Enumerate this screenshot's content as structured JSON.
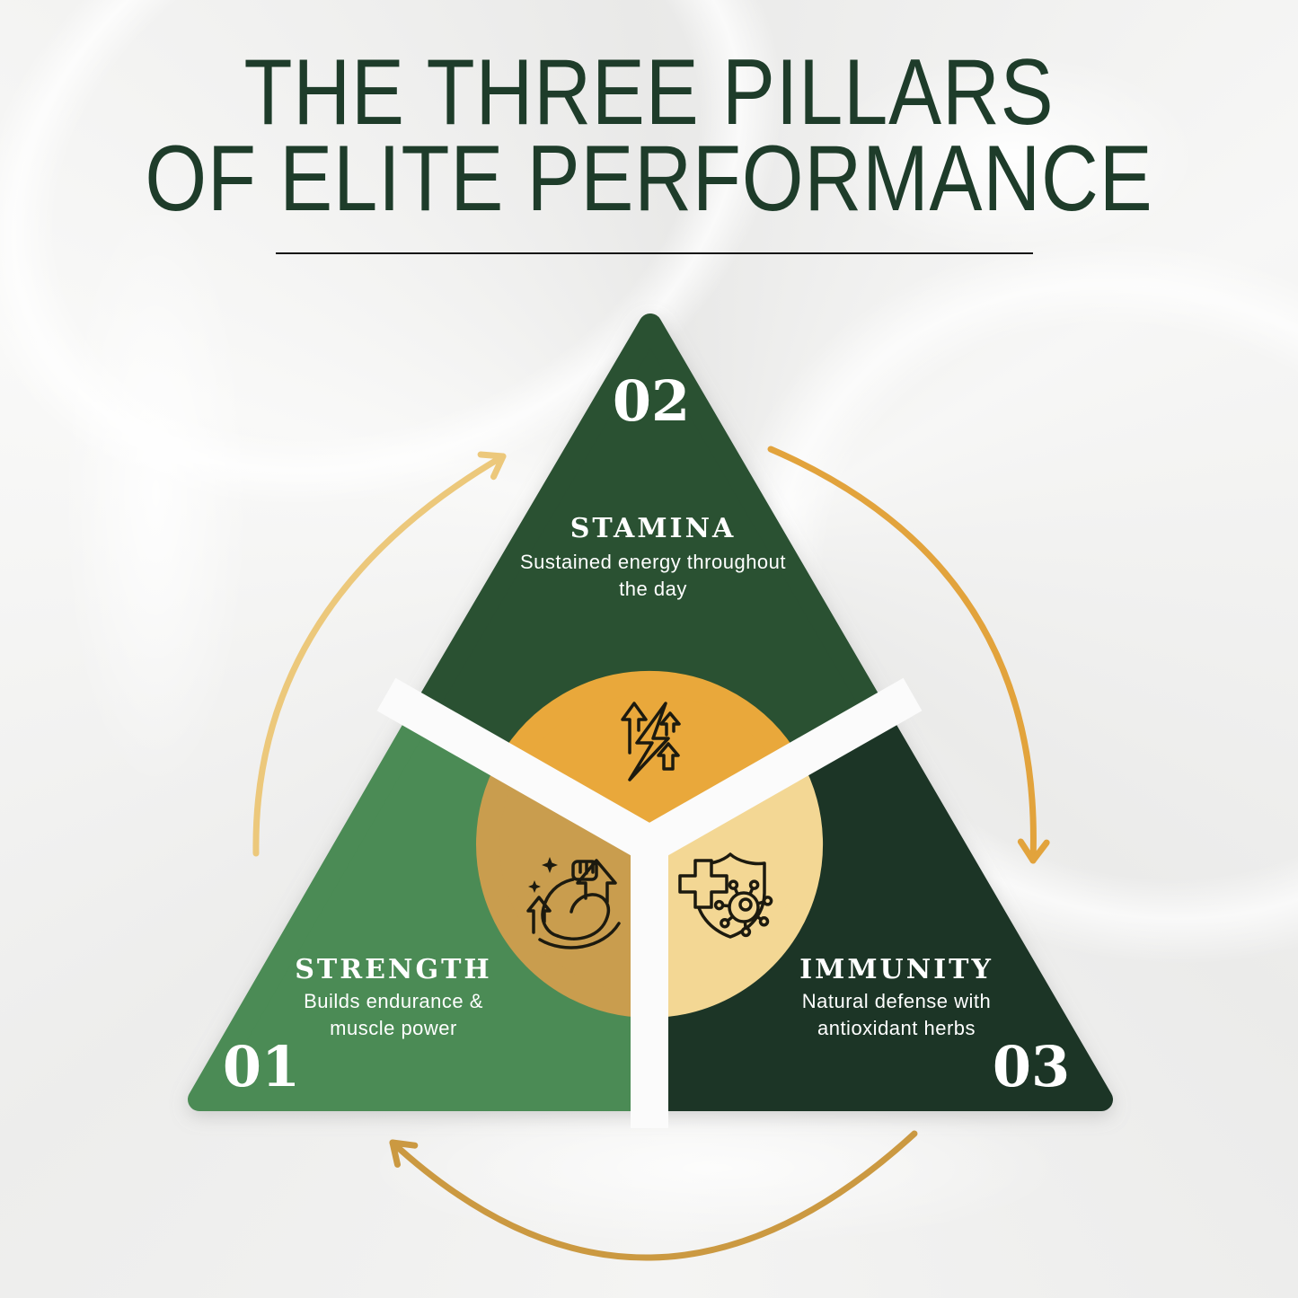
{
  "title": {
    "line1": "THE THREE PILLARS",
    "line2": "OF ELITE PERFORMANCE"
  },
  "pillars": [
    {
      "id": "strength",
      "number": "01",
      "name": "STRENGTH",
      "description_lines": [
        "Builds endurance &",
        "muscle power"
      ],
      "icon": "flexed-bicep-icon"
    },
    {
      "id": "stamina",
      "number": "02",
      "name": "STAMINA",
      "description_lines": [
        "Sustained energy throughout",
        "the day"
      ],
      "icon": "lightning-growth-icon"
    },
    {
      "id": "immunity",
      "number": "03",
      "name": "IMMUNITY",
      "description_lines": [
        "Natural defense with",
        "antioxidant herbs"
      ],
      "icon": "shield-virus-icon"
    }
  ],
  "colors": {
    "title_green": "#1e3c2a",
    "divider": "#151515",
    "section_stamina": "#2a5132",
    "section_strength": "#4b8b54",
    "section_immunity": "#1c3526",
    "circle_top": "#e9a83b",
    "circle_left": "#c99d4e",
    "circle_right": "#f3d794",
    "gap_white": "#fbfbfb",
    "arrow_left": "#ecc87b",
    "arrow_right": "#e2a33c",
    "arrow_bottom": "#cb9941",
    "icon_stroke": "#1c1a0f",
    "label_white": "#ffffff"
  }
}
